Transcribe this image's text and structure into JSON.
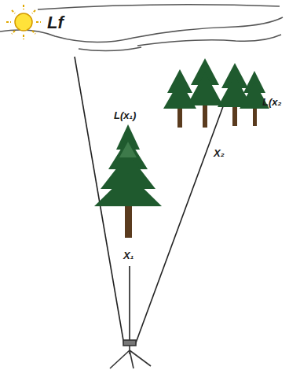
{
  "diagram": {
    "labels": [
      "Lf",
      "L(x₁)",
      "X₁",
      "L(x₂",
      "X₂"
    ]
  }
}
